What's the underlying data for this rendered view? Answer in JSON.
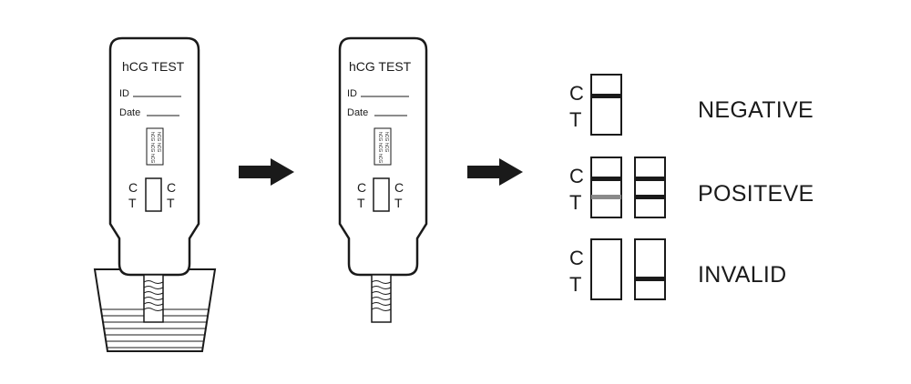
{
  "cassette_1": {
    "title": "hCG TEST",
    "id_label": "ID",
    "date_label": "Date",
    "control_label": "C",
    "test_label": "T",
    "strip_text": [
      "hCG",
      "hCG",
      "hCG",
      "hCG",
      "hCG"
    ]
  },
  "cassette_2": {
    "title": "hCG TEST",
    "id_label": "ID",
    "date_label": "Date",
    "control_label": "C",
    "test_label": "T",
    "strip_text": [
      "hCG",
      "hCG",
      "hCG",
      "hCG",
      "hCG"
    ]
  },
  "results": {
    "control_label": "C",
    "test_label": "T",
    "negative": {
      "label": "NEGATIVE",
      "windows": [
        {
          "control_line": true,
          "test_line": false
        }
      ]
    },
    "positive": {
      "label": "POSITEVE",
      "windows": [
        {
          "control_line": true,
          "test_line": true,
          "test_line_color": "#8a8a8a"
        },
        {
          "control_line": true,
          "test_line": true,
          "test_line_color": "#1a1a1a"
        }
      ]
    },
    "invalid": {
      "label": "INVALID",
      "windows": [
        {
          "control_line": false,
          "test_line": false
        },
        {
          "control_line": false,
          "test_line": true
        }
      ]
    }
  },
  "colors": {
    "ink": "#1a1a1a",
    "faint_line": "#8a8a8a",
    "background": "#ffffff"
  }
}
